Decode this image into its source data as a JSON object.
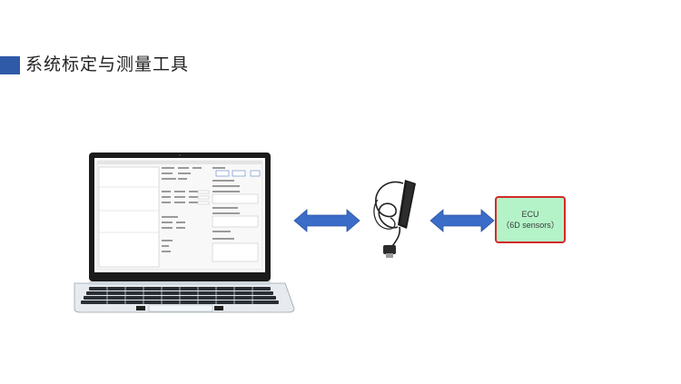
{
  "header": {
    "title": "系统标定与测量工具"
  },
  "ecu": {
    "line1": "ECU",
    "line2": "（6D sensors）"
  },
  "colors": {
    "accent": "#2f5aa8",
    "arrow": "#3a6cc8",
    "ecu_fill": "#b4f3c8",
    "ecu_border": "#d22a2a"
  },
  "icons": [
    "laptop-icon",
    "cable-icon",
    "double-arrow-icon"
  ]
}
